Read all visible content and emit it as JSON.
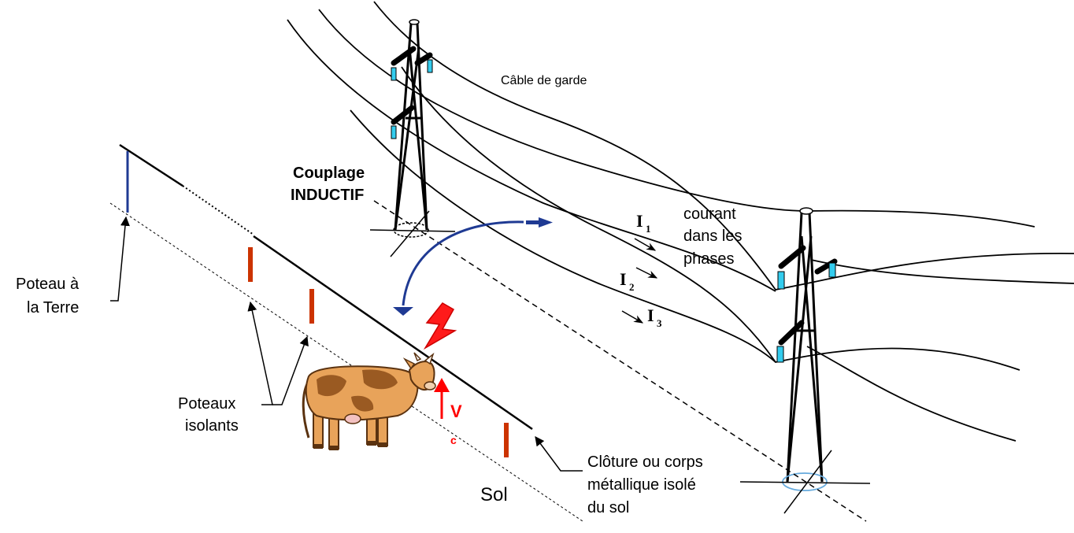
{
  "labels": {
    "guard_cable": "Câble de garde",
    "coupling_line1": "Couplage",
    "coupling_line2": "INDUCTIF",
    "current_line1": "courant",
    "current_line2": "dans les",
    "current_line3": "phases",
    "i1_main": "I",
    "i1_sub": "1",
    "i2_main": "I",
    "i2_sub": "2",
    "i3_main": "I",
    "i3_sub": "3",
    "ground_post_line1": "Poteau à",
    "ground_post_line2": "la Terre",
    "insulating_posts_line1": "Poteaux",
    "insulating_posts_line2": "isolants",
    "voltage_main": "V",
    "voltage_sub": "c",
    "fence_line1": "Clôture ou corps",
    "fence_line2": "métallique isolé",
    "fence_line3": "du sol",
    "ground": "Sol"
  },
  "colors": {
    "ground_post": "#1f3a93",
    "insulating_post": "#cc3300",
    "coupling_arrow": "#1f3a93",
    "voltage": "#ff0000",
    "insulator": "#33ccee",
    "lightning": "#ff1a1a",
    "cow_body": "#e8a35a",
    "cow_spots": "#9a5a22"
  }
}
